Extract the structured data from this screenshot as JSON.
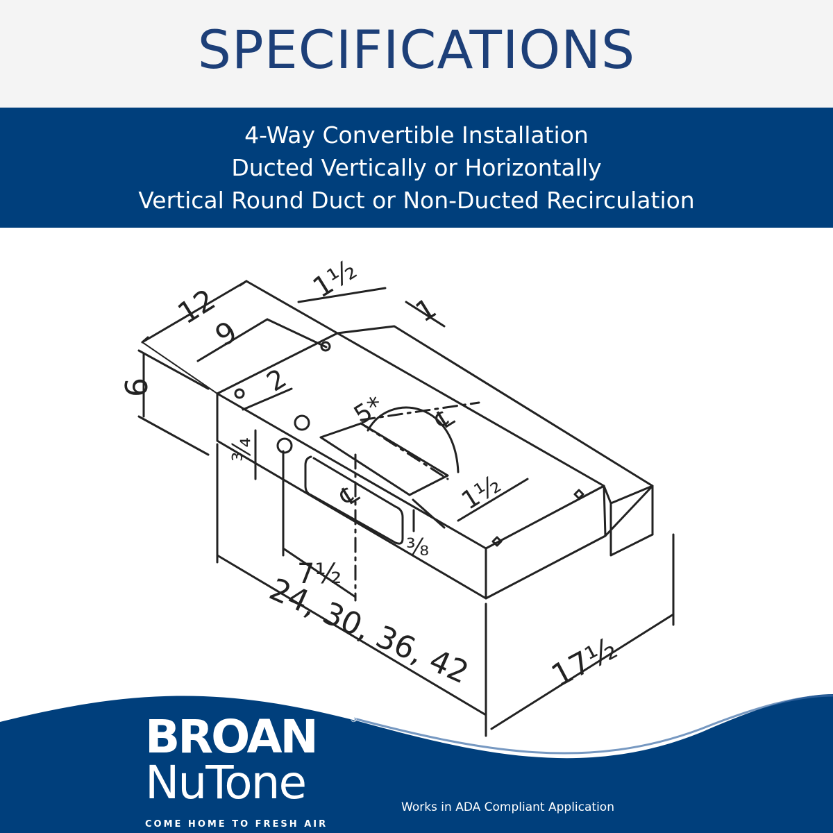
{
  "header": {
    "title": "SPECIFICATIONS"
  },
  "features": [
    "4-Way Convertible Installation",
    "Ducted Vertically or Horizontally",
    "Vertical Round Duct or Non-Ducted Recirculation"
  ],
  "diagram": {
    "dimensions": {
      "depth_total": "12",
      "depth_inner": "9",
      "top_offset": "1½",
      "top_small": "1",
      "height": "6",
      "duct_offset": "2",
      "duct_width": "5*",
      "centerline": "℄",
      "side_small": "¾",
      "front_offset": "1½",
      "bottom_small": "⅜",
      "centerline_offset": "7½",
      "widths": "24, 30, 36, 42",
      "back_depth": "17½"
    }
  },
  "footer": {
    "brand_top": "BROAN",
    "brand_reg": "®",
    "brand_bottom": "NuTone",
    "tagline": "COME HOME TO FRESH AIR",
    "note": "Works in ADA Compliant Application"
  },
  "colors": {
    "brand_blue": "#003f7c",
    "title_blue": "#1d3f78",
    "band_gray": "#f4f4f4"
  }
}
